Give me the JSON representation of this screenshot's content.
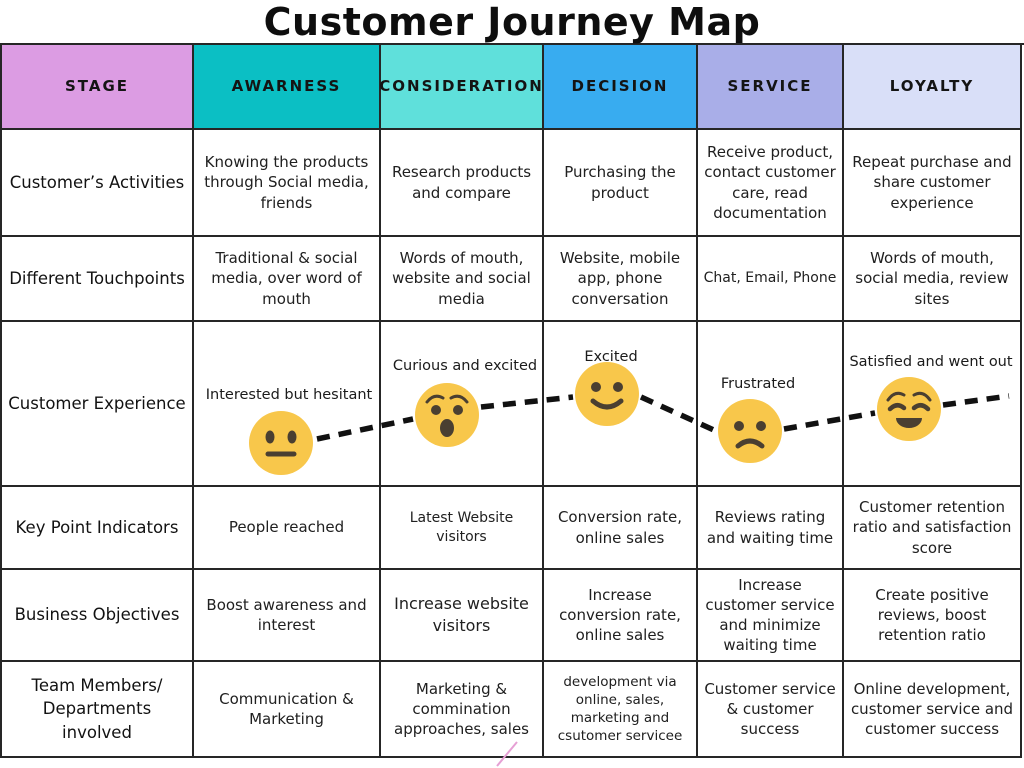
{
  "title": "Customer Journey Map",
  "columns": [
    {
      "label": "STAGE",
      "color": "#DC9CE3"
    },
    {
      "label": "AWARNESS",
      "color": "#0BBFC4"
    },
    {
      "label": "CONSIDERATION",
      "color": "#5FE0DB"
    },
    {
      "label": "DECISION",
      "color": "#38ACF0"
    },
    {
      "label": "SERVICE",
      "color": "#A9AEE8"
    },
    {
      "label": "LOYALTY",
      "color": "#D9DFF8"
    }
  ],
  "rows": [
    {
      "label": "Customer’s Activities",
      "cells": [
        "Knowing the products through Social media, friends",
        "Research products and compare",
        "Purchasing the product",
        "Receive product, contact customer care, read documentation",
        "Repeat purchase and share customer experience"
      ]
    },
    {
      "label": "Different Touchpoints",
      "cells": [
        "Traditional & social media, over word of mouth",
        "Words of mouth, website and social media",
        "Website, mobile app, phone conversation",
        "Chat, Email, Phone",
        "Words of mouth, social media, review sites"
      ]
    },
    {
      "label": "Customer Experience",
      "cells": [
        "Interested but hesitant",
        "Curious and excited",
        "Excited",
        "Frustrated",
        "Satisfied and went out"
      ],
      "emojis": [
        "neutral-face",
        "surprised-face",
        "smiley-face",
        "sad-face",
        "relieved-face"
      ]
    },
    {
      "label": "Key Point Indicators",
      "cells": [
        "People reached",
        "Latest Website visitors",
        "Conversion rate, online sales",
        "Reviews rating and waiting time",
        "Customer retention ratio and satisfaction score"
      ]
    },
    {
      "label": "Business Objectives",
      "cells": [
        "Boost awareness and interest",
        "Increase website visitors",
        "Increase conversion rate, online sales",
        "Increase customer service and minimize waiting time",
        "Create positive reviews, boost retention ratio"
      ]
    },
    {
      "label": "Team Members/ Departments involved",
      "cells": [
        "Communication & Marketing",
        "Marketing & commination approaches, sales",
        "development via online, sales, marketing and csutomer servicee",
        "Customer service & customer success",
        "Online development, customer service and customer success"
      ]
    }
  ],
  "colors": {
    "emoji": "#F8C74B",
    "emoji_features": "#4A3F31",
    "trend_line": "#111111",
    "accent_stroke": "#E6A0D4",
    "border": "#262626"
  }
}
